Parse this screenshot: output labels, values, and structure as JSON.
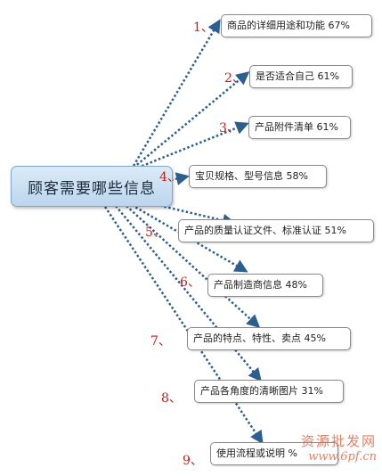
{
  "center": {
    "label": "顾客需要哪些信息"
  },
  "items": [
    {
      "num": "1、",
      "label": "商品的详细用途和功能 67%"
    },
    {
      "num": "2、",
      "label": "是否适合自己 61%"
    },
    {
      "num": "3、",
      "label": "产品附件清单 61%"
    },
    {
      "num": "4、",
      "label": "宝贝规格、型号信息 58%"
    },
    {
      "num": "5、",
      "label": "产品的质量认证文件、标准认证 51%"
    },
    {
      "num": "6、",
      "label": "产品制造商信息 48%"
    },
    {
      "num": "7、",
      "label": "产品的特点、特性、卖点 45%"
    },
    {
      "num": "8、",
      "label": "产品各角度的清晰图片 31%"
    },
    {
      "num": "9、",
      "label": "使用流程或说明 %"
    }
  ],
  "watermark": {
    "line1": "资源批发网",
    "line2": "www.6pf.cn"
  },
  "colors": {
    "connector": "#2c5f8f",
    "number": "#c0201a",
    "center_fill": "#c9def2"
  }
}
